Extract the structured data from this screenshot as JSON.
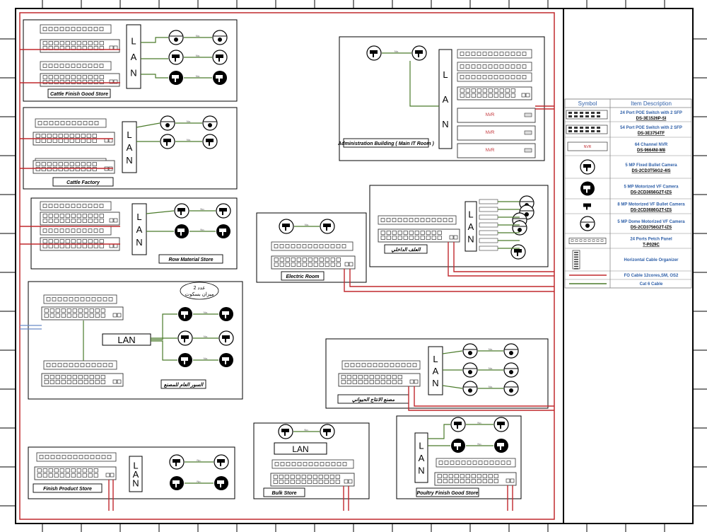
{
  "legend": {
    "header_symbol": "Symbol",
    "header_desc": "Item Description",
    "rows": [
      {
        "title": "24 Port POE Switch with 2 SFP",
        "model": "DS-3E1526P-SI",
        "icon": "switch-24-icon"
      },
      {
        "title": "54 Port POE Switch with 2 SFP",
        "model": "DS-3E3754TF",
        "icon": "switch-54-icon"
      },
      {
        "title": "64 Channel NVR",
        "model": "DS-9664NI-M8",
        "icon": "nvr-icon"
      },
      {
        "title": "5 MP Fixed Bullet Camera",
        "model": "DS-2CD3T56G2-4IS",
        "icon": "bullet-camera-icon"
      },
      {
        "title": "5 MP Motorized VF Camera",
        "model": "DS-2CD3656G2T-IZS",
        "icon": "vf-camera-icon"
      },
      {
        "title": "8 MP Motorized VF Bullet Camera",
        "model": "DS-2CD3686G2T-IZS",
        "icon": "vf-bullet-camera-icon"
      },
      {
        "title": "5 MP Dome Motorized VF Camera",
        "model": "DS-2CD3756G2T-IZS",
        "icon": "dome-camera-icon"
      },
      {
        "title": "24 Ports Petch Panel",
        "model": "T-P029C",
        "icon": "patch-panel-icon"
      },
      {
        "title": "Horizontal Cable Organizer",
        "model": "",
        "icon": "cable-organizer-icon"
      },
      {
        "title": "FO Cable 12cores,SM, OS2",
        "model": "",
        "icon": "fo-cable-line"
      },
      {
        "title": "Cat 6 Cable",
        "model": "",
        "icon": "cat6-cable-line"
      }
    ]
  },
  "colors": {
    "fo_cable": "#c0282d",
    "cat6_cable": "#4a7a2a",
    "legend_text": "#2e5fa8"
  },
  "lan_label": "L A N",
  "lan_horizontal": "LAN",
  "nvr_label": "NVR",
  "buildings": {
    "cattle_finish": "Cattle Finish Good Store",
    "cattle_factory": "Cattle Factory",
    "raw_material": "Row Material Store",
    "admin": "Administration Building ( Main IT Room )",
    "electric": "Electric Room",
    "feed": "العلف الداخلي",
    "fence": "السور العام للمصنع",
    "fence_note": "عدد 2 ميزان بسكوت",
    "animal_production": "مصنع الانتاج الحيواني",
    "finish_product": "Finish Product Store",
    "bulk": "Bulk Store",
    "poultry": "Poultry Finish Good Store"
  }
}
